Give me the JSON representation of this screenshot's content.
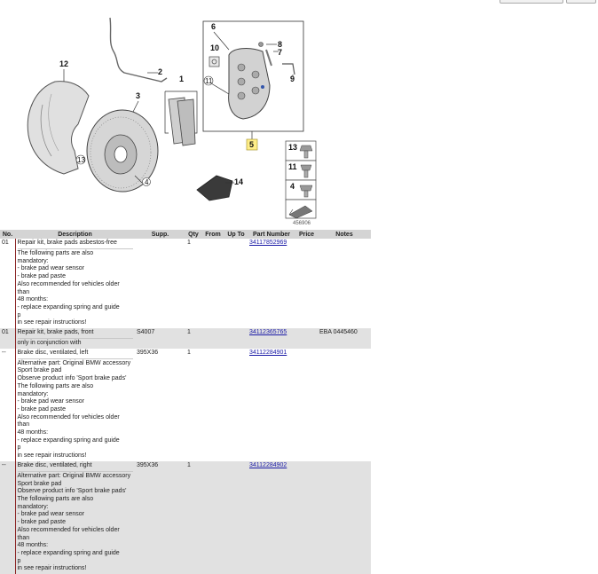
{
  "diagram": {
    "callouts": [
      "1",
      "2",
      "3",
      "4",
      "5",
      "6",
      "7",
      "8",
      "9",
      "10",
      "11",
      "12",
      "13",
      "14"
    ],
    "legend": [
      {
        "num": "13"
      },
      {
        "num": "11"
      },
      {
        "num": "4"
      }
    ],
    "figure_id": "456906"
  },
  "table": {
    "headers": [
      "No.",
      "Description",
      "Supp.",
      "Qty",
      "From",
      "Up To",
      "Part Number",
      "Price",
      "Notes"
    ],
    "rows": [
      {
        "no": "01",
        "title": "Repair kit, brake pads asbestos-free",
        "supp": "",
        "qty": "1",
        "from": "",
        "upto": "",
        "part": "34117852969",
        "price": "",
        "notes": "",
        "lines": [
          "The following parts are also",
          "mandatory:",
          "- brake pad wear sensor",
          "- brake pad paste",
          "Also recommended for vehicles older than",
          "48 months:",
          "- replace expanding spring and guide",
          "p",
          "in see repair instructions!"
        ]
      },
      {
        "no": "01",
        "title": "Repair kit, brake pads, front",
        "supp": "S4007",
        "qty": "1",
        "from": "",
        "upto": "",
        "part": "34112365765",
        "price": "",
        "notes": "EBA 0445460",
        "lines": [
          "only in conjunction with"
        ]
      },
      {
        "no": "--",
        "title": "Brake disc, ventilated, left",
        "supp": "395X36",
        "qty": "1",
        "from": "",
        "upto": "",
        "part": "34112284901",
        "price": "",
        "notes": "",
        "lines": [
          "Alternative part: Original BMW accessory",
          "Sport brake pad",
          "Observe product info 'Sport brake pads'",
          "The following parts are also",
          "mandatory:",
          "- brake pad wear sensor",
          "- brake pad paste",
          "Also recommended for vehicles older than",
          "48 months:",
          "- replace expanding spring and guide",
          "p",
          "in see repair instructions!"
        ]
      },
      {
        "no": "--",
        "title": "Brake disc, ventilated, right",
        "supp": "395X36",
        "qty": "1",
        "from": "",
        "upto": "",
        "part": "34112284902",
        "price": "",
        "notes": "",
        "lines": [
          "Alternative part: Original BMW accessory",
          "Sport brake pad",
          "Observe product info 'Sport brake pads'",
          "The following parts are also",
          "mandatory:",
          "- brake pad wear sensor",
          "- brake pad paste",
          "Also recommended for vehicles older than",
          "48 months:",
          "- replace expanding spring and guide",
          "p",
          "in see repair instructions!"
        ]
      }
    ]
  }
}
